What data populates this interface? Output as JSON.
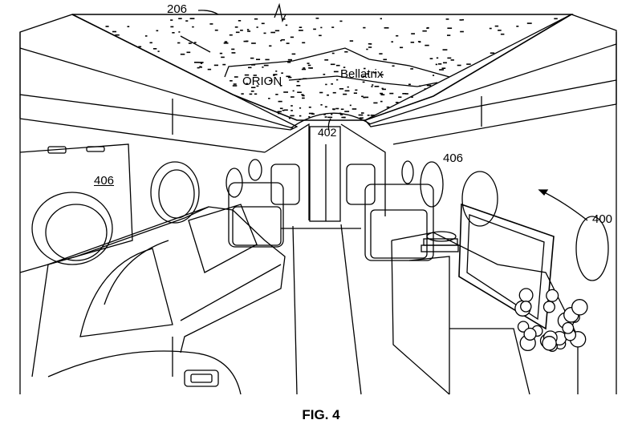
{
  "figure": {
    "caption": "FIG. 4",
    "reference_numerals": {
      "ceiling_display": "206",
      "doorway": "402",
      "wall_panel_left": "406",
      "wall_panel_right": "406",
      "cabin": "400"
    },
    "constellation_labels": {
      "constellation": "ORION",
      "star": "Bellatrix"
    }
  }
}
